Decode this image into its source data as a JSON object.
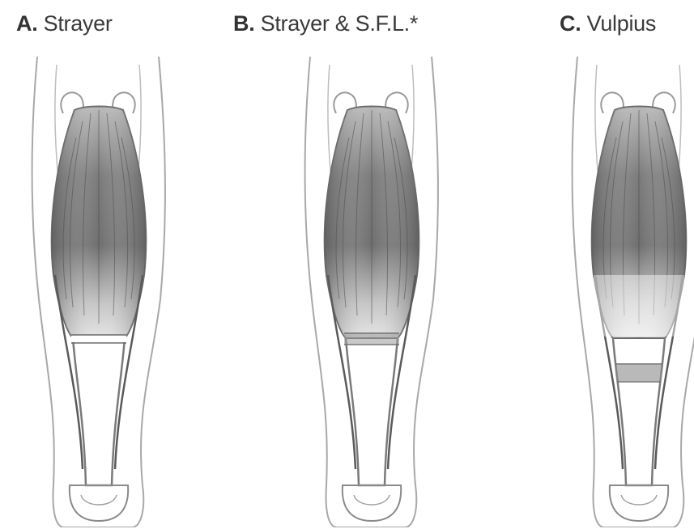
{
  "panels": [
    {
      "letter": "A.",
      "title": "Strayer",
      "icon": "calf-muscle-illustration",
      "procedure": "strayer"
    },
    {
      "letter": "B.",
      "title": "Strayer & S.F.L.*",
      "icon": "calf-muscle-illustration",
      "procedure": "strayer-sfl"
    },
    {
      "letter": "C.",
      "title": "Vulpius",
      "icon": "calf-muscle-illustration",
      "procedure": "vulpius"
    }
  ],
  "colors": {
    "muscle_dark": "#5e5e5e",
    "muscle_mid": "#8c8c8c",
    "muscle_light": "#c8c8c8",
    "outline": "#9a9a9a",
    "background": "#ffffff"
  }
}
